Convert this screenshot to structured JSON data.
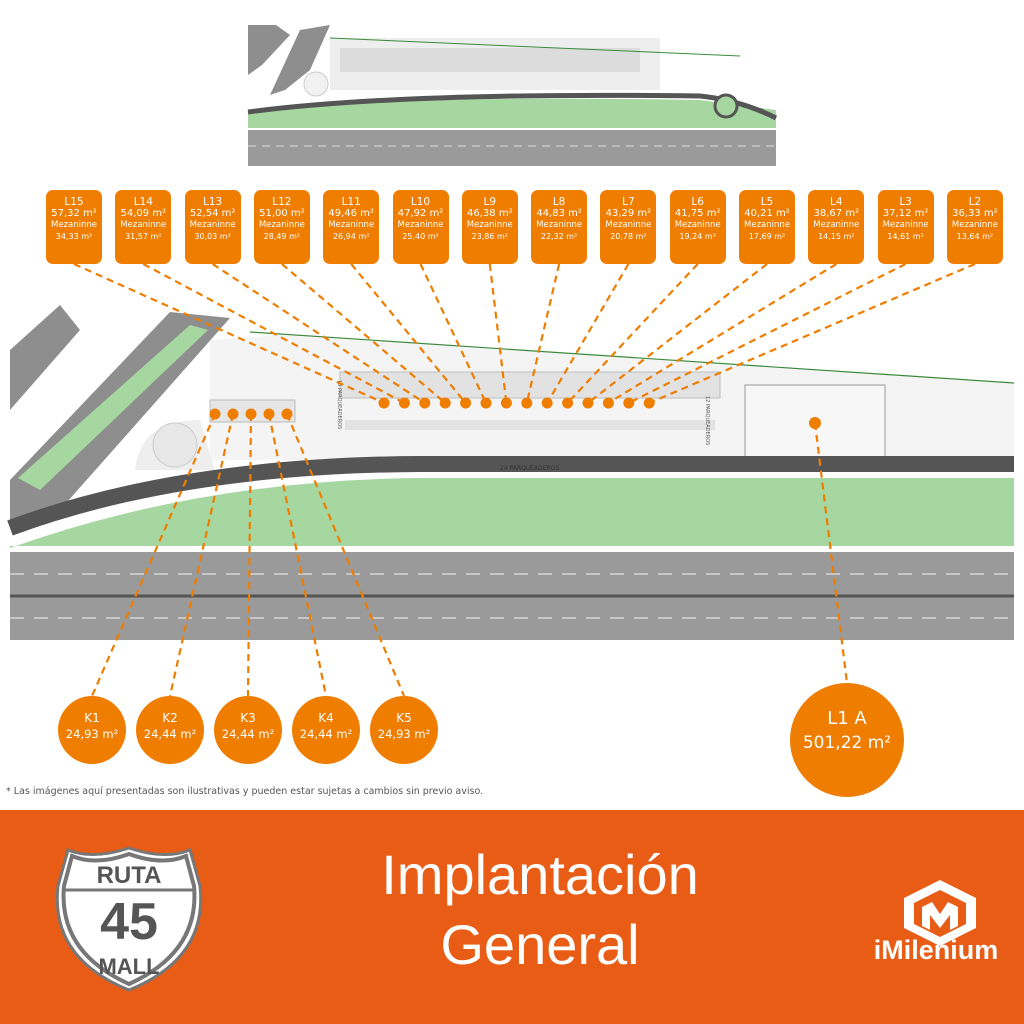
{
  "units": [
    {
      "name": "L15",
      "area": "57,32 m²",
      "mezz_label": "Mezaninne",
      "mezz_area": "34,33 m²"
    },
    {
      "name": "L14",
      "area": "54,09 m²",
      "mezz_label": "Mezaninne",
      "mezz_area": "31,57 m²"
    },
    {
      "name": "L13",
      "area": "52,54 m²",
      "mezz_label": "Mezaninne",
      "mezz_area": "30,03 m²"
    },
    {
      "name": "L12",
      "area": "51,00 m²",
      "mezz_label": "Mezaninne",
      "mezz_area": "28,49 m²"
    },
    {
      "name": "L11",
      "area": "49,46 m²",
      "mezz_label": "Mezaninne",
      "mezz_area": "26,94 m²"
    },
    {
      "name": "L10",
      "area": "47,92 m²",
      "mezz_label": "Mezaninne",
      "mezz_area": "25,40 m²"
    },
    {
      "name": "L9",
      "area": "46,38 m²",
      "mezz_label": "Mezaninne",
      "mezz_area": "23,86 m²"
    },
    {
      "name": "L8",
      "area": "44,83 m²",
      "mezz_label": "Mezaninne",
      "mezz_area": "22,32 m²"
    },
    {
      "name": "L7",
      "area": "43,29 m²",
      "mezz_label": "Mezaninne",
      "mezz_area": "20,78 m²"
    },
    {
      "name": "L6",
      "area": "41,75 m²",
      "mezz_label": "Mezaninne",
      "mezz_area": "19,24 m²"
    },
    {
      "name": "L5",
      "area": "40,21 m²",
      "mezz_label": "Mezaninne",
      "mezz_area": "17,69 m²"
    },
    {
      "name": "L4",
      "area": "38,67 m²",
      "mezz_label": "Mezaninne",
      "mezz_area": "14,15 m²"
    },
    {
      "name": "L3",
      "area": "37,12 m²",
      "mezz_label": "Mezaninne",
      "mezz_area": "14,61 m²"
    },
    {
      "name": "L2",
      "area": "36,33 m²",
      "mezz_label": "Mezaninne",
      "mezz_area": "13,64 m²"
    }
  ],
  "kiosks": [
    {
      "name": "K1",
      "area": "24,93 m²"
    },
    {
      "name": "K2",
      "area": "24,44 m²"
    },
    {
      "name": "K3",
      "area": "24,44 m²"
    },
    {
      "name": "K4",
      "area": "24,44 m²"
    },
    {
      "name": "K5",
      "area": "24,93 m²"
    }
  ],
  "anchor": {
    "name": "L1 A",
    "area": "501,22 m²"
  },
  "map_labels": {
    "parking_left": "13 PARQUEADEROS",
    "parking_right": "12 PARQUEADEROS",
    "parking_bottom": "24 PARQUEADEROS"
  },
  "disclaimer": "* Las imágenes aquí presentadas son ilustrativas y pueden estar sujetas a cambios sin previo aviso.",
  "title_line1": "Implantación",
  "title_line2": "General",
  "logo": {
    "top": "RUTA",
    "number": "45",
    "bottom": "MALL"
  },
  "brand": "iMilenium",
  "colors": {
    "accent": "#ef7d00",
    "footer": "#e95c16",
    "road": "#8e8e8e",
    "green": "#a7d7a0"
  }
}
